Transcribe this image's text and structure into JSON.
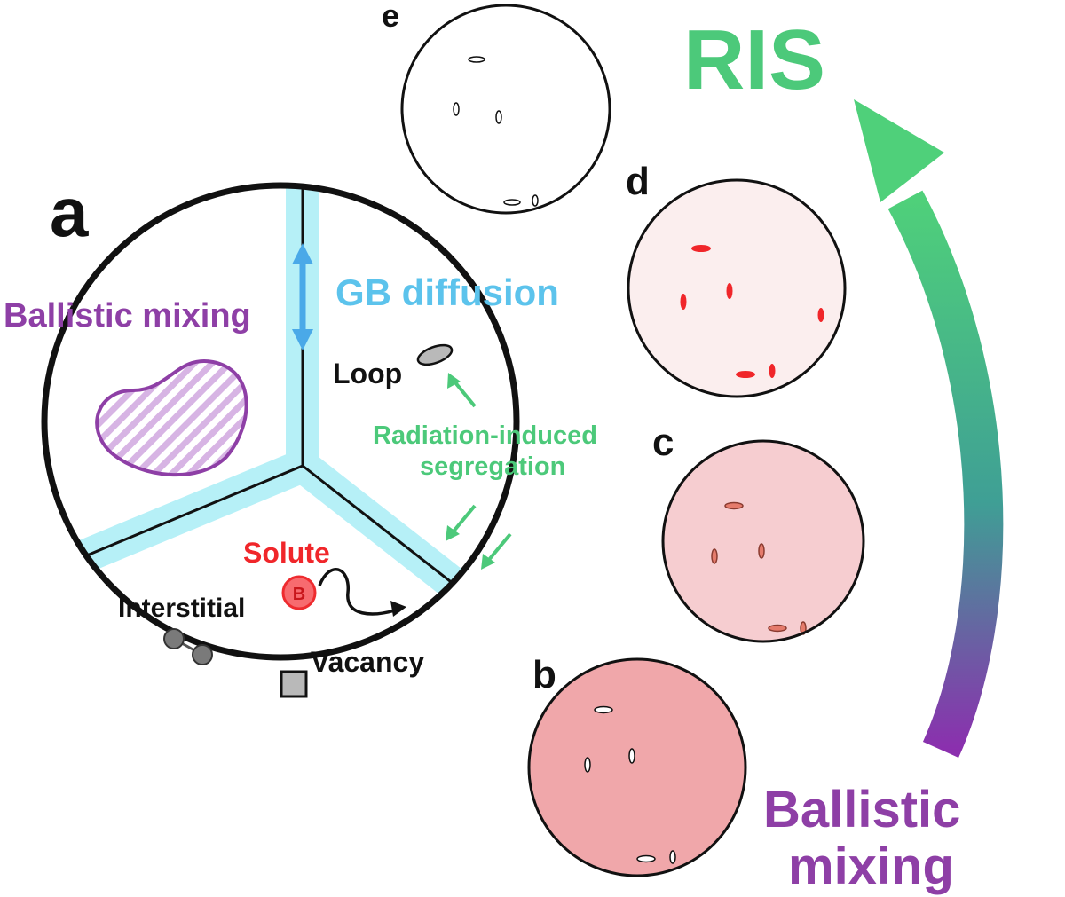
{
  "panels": {
    "a": "a",
    "b": "b",
    "c": "c",
    "d": "d",
    "e": "e"
  },
  "labels": {
    "ballistic_mixing_inner": "Ballistic mixing",
    "gb_diffusion": "GB diffusion",
    "loop": "Loop",
    "ris_line1": "Radiation-induced",
    "ris_line2": "segregation",
    "solute": "Solute",
    "solute_atom": "B",
    "interstitial": "Interstitial",
    "vacancy": "Vacancy",
    "ris_big": "RIS",
    "ballistic_line1": "Ballistic",
    "ballistic_line2": "mixing"
  },
  "colors": {
    "purple": "#8e3fa6",
    "cyan_text": "#5cc3ec",
    "cyan_band": "#b6f0f7",
    "arrow_blue": "#4aa9e8",
    "green": "#4cc97a",
    "red": "#f0262a",
    "gray": "#9a9a9a"
  },
  "icons": {
    "gb_arrow": "double-arrow-icon",
    "solute_path": "curved-arrow-icon",
    "ris_arrow": "curved-gradient-arrow-icon"
  }
}
